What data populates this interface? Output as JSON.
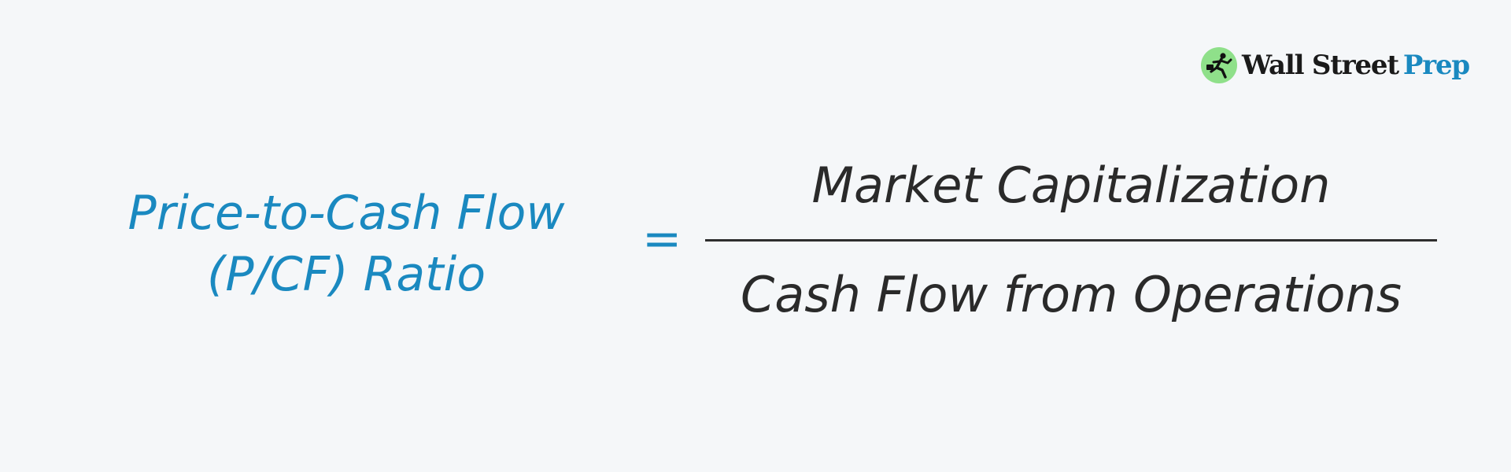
{
  "brand": {
    "icon": "running-figure-icon",
    "accent_color": "#8fe08a",
    "name_primary": "Wall Street",
    "name_secondary": "Prep",
    "primary_color": "#1a1a1a",
    "secondary_color": "#1a89c0"
  },
  "formula": {
    "lhs_line1": "Price-to-Cash Flow",
    "lhs_line2": "(P/CF) Ratio",
    "equals": "=",
    "numerator": "Market Capitalization",
    "denominator": "Cash Flow from Operations",
    "lhs_color": "#1a89c0",
    "rhs_color": "#2a2a2a"
  }
}
